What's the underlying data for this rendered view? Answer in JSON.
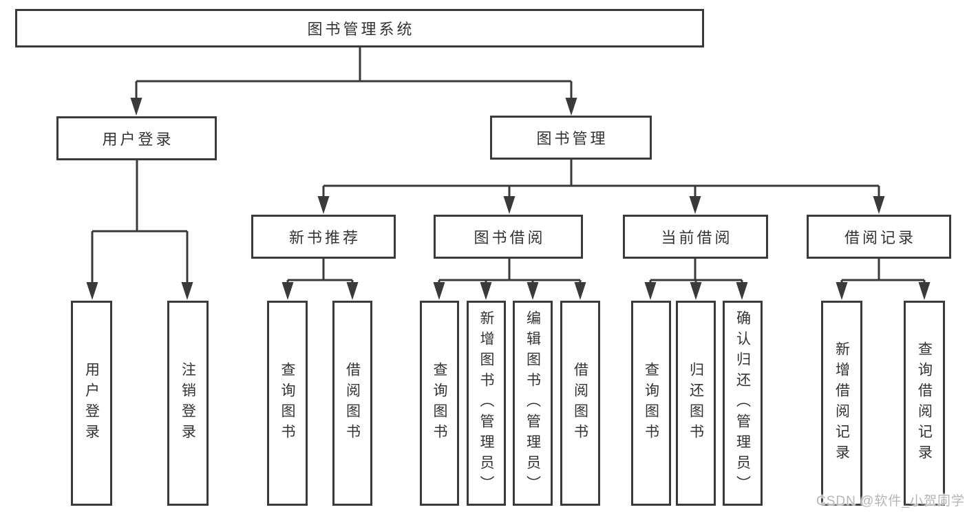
{
  "watermark": "CSDN @软件_小贺同学",
  "colors": {
    "line": "#3a3a3a",
    "text": "#333333",
    "watermark": "#b5b5b5",
    "background": "#ffffff"
  },
  "nodes": {
    "root": "图书管理系统",
    "user_login": "用户登录",
    "book_mgmt": "图书管理",
    "new_book_rec": "新书推荐",
    "book_borrow": "图书借阅",
    "current_borrow": "当前借阅",
    "borrow_record": "借阅记录",
    "ul_user_login": "用户登录",
    "ul_logout": "注销登录",
    "nb_query_book": "查询图书",
    "nb_borrow_book": "借阅图书",
    "bb_query_book": "查询图书",
    "bb_add_book": "新增图书（管理员）",
    "bb_edit_book": "编辑图书（管理员）",
    "bb_borrow_book": "借阅图书",
    "cb_query_book": "查询图书",
    "cb_return_book": "归还图书",
    "cb_confirm_return": "确认归还（管理员）",
    "br_add_record": "新增借阅记录",
    "br_query_record": "查询借阅记录"
  },
  "hierarchy": {
    "图书管理系统": {
      "用户登录": [
        "用户登录",
        "注销登录"
      ],
      "图书管理": {
        "新书推荐": [
          "查询图书",
          "借阅图书"
        ],
        "图书借阅": [
          "查询图书",
          "新增图书（管理员）",
          "编辑图书（管理员）",
          "借阅图书"
        ],
        "当前借阅": [
          "查询图书",
          "归还图书",
          "确认归还（管理员）"
        ],
        "借阅记录": [
          "新增借阅记录",
          "查询借阅记录"
        ]
      }
    }
  }
}
